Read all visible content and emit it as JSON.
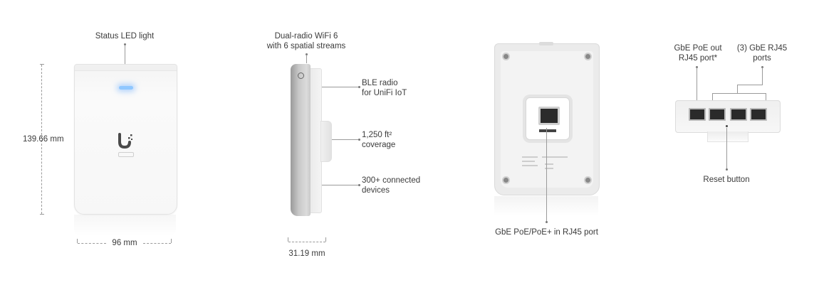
{
  "front": {
    "led_label": "Status LED light",
    "height_label": "139.66 mm",
    "width_label": "96 mm"
  },
  "side": {
    "wifi_label_line1": "Dual-radio WiFi 6",
    "wifi_label_line2": "with 6 spatial streams",
    "ble_label_line1": "BLE radio",
    "ble_label_line2": "for UniFi IoT",
    "coverage_label_line1": "1,250 ft²",
    "coverage_label_line2": "coverage",
    "devices_label_line1": "300+ connected",
    "devices_label_line2": "devices",
    "depth_label": "31.19 mm"
  },
  "back": {
    "port_label": "GbE PoE/PoE+ in RJ45 port"
  },
  "bottom": {
    "poe_out_line1": "GbE PoE out",
    "poe_out_line2": "RJ45 port*",
    "rj45_line1": "(3) GbE RJ45",
    "rj45_line2": "ports",
    "reset_label": "Reset button"
  },
  "icons": {
    "logo": "unifi-u-logo",
    "led": "status-led-icon"
  },
  "colors": {
    "led": "#8fc7ff",
    "text": "#3b3b3b",
    "line": "#9a9a9a"
  }
}
